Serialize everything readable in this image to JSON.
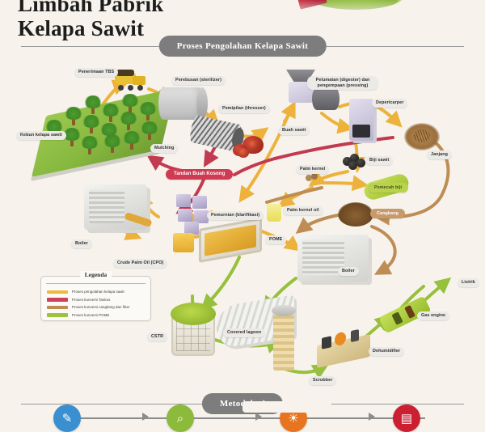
{
  "page": {
    "title_line1": "Limbah Pabrik",
    "title_line2": "Kelapa Sawit",
    "background_color": "#f7f3ec"
  },
  "banners": {
    "process": "Proses Pengolahan Kelapa Sawit",
    "methodology": "Metodologi"
  },
  "diagram": {
    "nodes": [
      {
        "id": "kebun",
        "label": "Kebun kelapa sawit"
      },
      {
        "id": "penerimaan",
        "label": "Penerimaan TBS"
      },
      {
        "id": "perebusan",
        "label": "Perebusan (sterilizer)"
      },
      {
        "id": "pemipilan",
        "label": "Pemipilan (thresser)"
      },
      {
        "id": "buah_sawit",
        "label": "Buah sawit"
      },
      {
        "id": "pelumatan",
        "label": "Pelumatan (digester) dan pengempaan (pressing)"
      },
      {
        "id": "depericarper",
        "label": "Depericarper"
      },
      {
        "id": "janjang",
        "label": "Janjang"
      },
      {
        "id": "mulching",
        "label": "Mulching"
      },
      {
        "id": "tandan",
        "label": "Tandan Buah Kosong"
      },
      {
        "id": "biji_sawit",
        "label": "Biji sawit"
      },
      {
        "id": "palm_kernel",
        "label": "Palm kernel"
      },
      {
        "id": "pemecah",
        "label": "Pemecah biji"
      },
      {
        "id": "cangkang",
        "label": "Cangkang"
      },
      {
        "id": "pko",
        "label": "Palm kernel oil"
      },
      {
        "id": "pemurnian",
        "label": "Pemurnian (klarifikasi)"
      },
      {
        "id": "cpo",
        "label": "Crude Palm Oil (CPO)"
      },
      {
        "id": "pome",
        "label": "POME"
      },
      {
        "id": "boiler_left",
        "label": "Boiler"
      },
      {
        "id": "boiler_right",
        "label": "Boiler"
      },
      {
        "id": "cstr",
        "label": "CSTR"
      },
      {
        "id": "lagoon",
        "label": "Covered lagoon"
      },
      {
        "id": "scrubber",
        "label": "Scrubber"
      },
      {
        "id": "dehumidifier",
        "label": "Dehumidifier"
      },
      {
        "id": "gas_engine",
        "label": "Gas engine"
      },
      {
        "id": "listrik",
        "label": "Listrik"
      }
    ]
  },
  "legend": {
    "title": "Legenda",
    "items": [
      {
        "label": "Proses pengolahan kelapa sawit",
        "color": "#eeb83c"
      },
      {
        "label": "Proses konversi Tankos",
        "color": "#cc4157"
      },
      {
        "label": "Proses konversi cangkang dan fiber",
        "color": "#c08b52"
      },
      {
        "label": "Proses konversi POME",
        "color": "#9cc23f"
      }
    ]
  },
  "methodology": {
    "steps": [
      {
        "name": "survey",
        "icon": "clipboard-icon",
        "glyph": "✎",
        "color": "#3a8fd0"
      },
      {
        "name": "analysis",
        "icon": "magnifier-icon",
        "glyph": "⌕",
        "color": "#8cba3a"
      },
      {
        "name": "process",
        "icon": "gear-sun-icon",
        "glyph": "☀",
        "color": "#e8741f"
      },
      {
        "name": "factory",
        "icon": "factory-icon",
        "glyph": "☲",
        "color": "#cc2032"
      }
    ]
  }
}
